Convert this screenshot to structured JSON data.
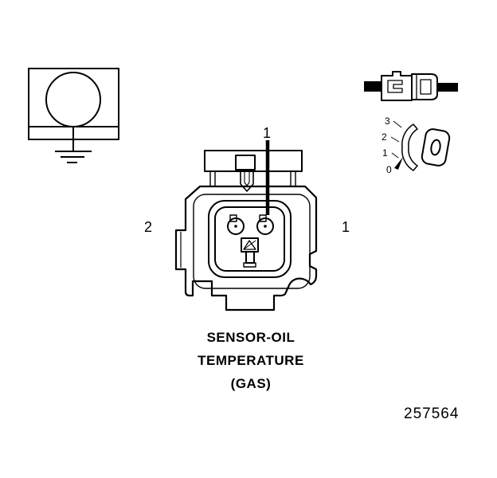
{
  "colors": {
    "line": "#000000",
    "background": "#ffffff"
  },
  "connector_face": {
    "pointer_label": "1",
    "left_cavity_label": "2",
    "right_cavity_label": "1"
  },
  "terminal_detail": {
    "callouts": [
      "3",
      "2",
      "1",
      "0"
    ]
  },
  "caption": {
    "lines": [
      "SENSOR-OIL",
      "TEMPERATURE",
      "(GAS)"
    ]
  },
  "figure_number": "257564"
}
